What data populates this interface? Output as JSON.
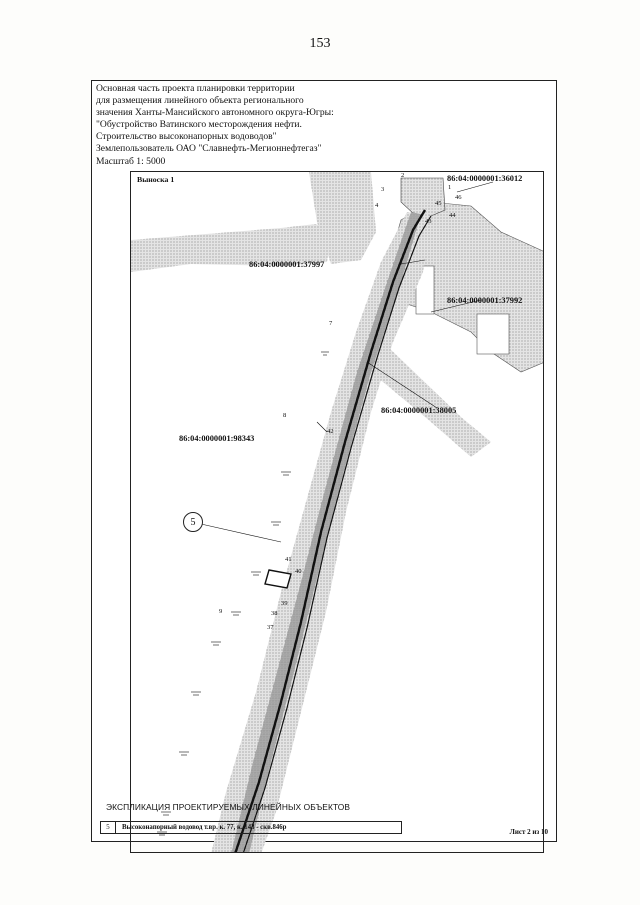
{
  "page_number": "153",
  "header": {
    "lines": [
      "Основная часть проекта планировки территории",
      "для размещения линейного объекта регионального",
      "значения Ханты-Мансийского автономного округа-Югры:",
      "\"Обустройство Ватинского месторождения нефти.",
      "Строительство высоконапорных водоводов\"",
      "Землепользователь ОАО \"Славнефть-Мегионнефтегаз\"",
      "Масштаб 1: 5000"
    ]
  },
  "map": {
    "callout_title": "Выноска 1",
    "parcels": {
      "p36012": "86:04:0000001:36012",
      "p37997": "86:04:0000001:37997",
      "p37992": "86:04:0000001:37992",
      "p38005": "86:04:0000001:38005",
      "p98343": "86:04:0000001:98343"
    },
    "points": {
      "p1": "1",
      "p2": "2",
      "p3": "3",
      "p4": "4",
      "p7": "7",
      "p8": "8",
      "p9": "9",
      "p37": "37",
      "p38": "38",
      "p39": "39",
      "p40": "40",
      "p41": "41",
      "p42": "42",
      "p43": "43",
      "p44": "44",
      "p45": "45",
      "p46": "46"
    },
    "object_marker": "5"
  },
  "legend": {
    "title": "ЭКСПЛИКАЦИЯ ПРОЕКТИРУЕМЫХ ЛИНЕЙНЫХ ОБЪЕКТОВ",
    "row_number": "5",
    "row_text": "Высоконапорный водовод т.вр. к. 77, к. 143 - скв.846р"
  },
  "sheet_label": "Лист 2 из 10"
}
